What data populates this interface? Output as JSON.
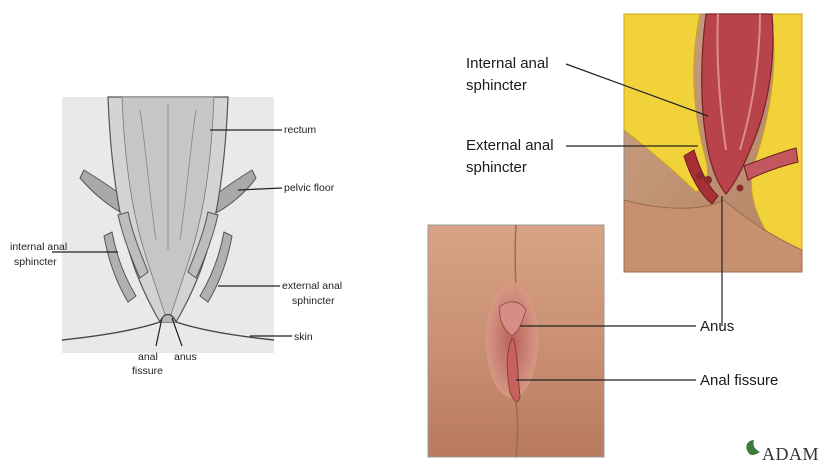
{
  "left_diagram": {
    "labels": {
      "rectum": "rectum",
      "pelvic_floor": "pelvic floor",
      "internal_anal_sphincter_1": "internal anal",
      "internal_anal_sphincter_2": "sphincter",
      "external_anal_sphincter_1": "external anal",
      "external_anal_sphincter_2": "sphincter",
      "skin": "skin",
      "anal_fissure_1": "anal",
      "anal_fissure_2": "fissure",
      "anus": "anus"
    }
  },
  "right_diagram": {
    "labels": {
      "internal_anal_sphincter_1": "Internal anal",
      "internal_anal_sphincter_2": "sphincter",
      "external_anal_sphincter_1": "External anal",
      "external_anal_sphincter_2": "sphincter",
      "anus": "Anus",
      "anal_fissure": "Anal fissure"
    },
    "logo_text": "ADAM."
  },
  "colors": {
    "sketch_background": "#e9e9e9",
    "sketch_fill": "#cfcfcf",
    "tissue_red": "#b8434a",
    "fat_yellow": "#f2d23a",
    "skin_tone": "#d7a183"
  }
}
